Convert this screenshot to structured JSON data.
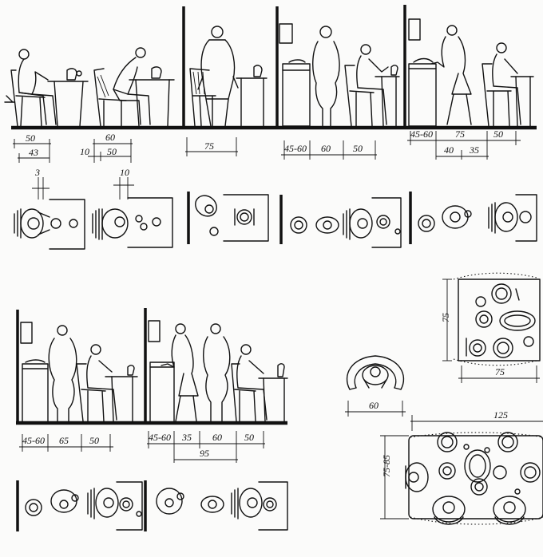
{
  "colors": {
    "ink": "#111111",
    "paper": "#fbfbfa"
  },
  "panels": {
    "p1": {
      "elevation": [
        "50",
        "43"
      ],
      "elevation_b": [
        "60",
        "10",
        "50"
      ],
      "plan": [
        "3",
        "10"
      ]
    },
    "p2": {
      "elevation": [
        "75"
      ]
    },
    "p3": {
      "elevation": [
        "45-60",
        "60",
        "50"
      ]
    },
    "p4": {
      "elevation": [
        "45-60",
        "75",
        "50"
      ],
      "elevation_b": [
        "40",
        "35"
      ]
    },
    "p5": {
      "elevation": [
        "45-60",
        "65",
        "50"
      ]
    },
    "p6": {
      "elevation": [
        "45-60",
        "35",
        "60",
        "50"
      ],
      "elevation_b": [
        "95"
      ]
    },
    "p7": {
      "table_side": "75",
      "table_width": "75"
    },
    "p8": {
      "chair_width": "60"
    },
    "p9": {
      "table_length": "125",
      "table_depth": "75-85"
    }
  }
}
